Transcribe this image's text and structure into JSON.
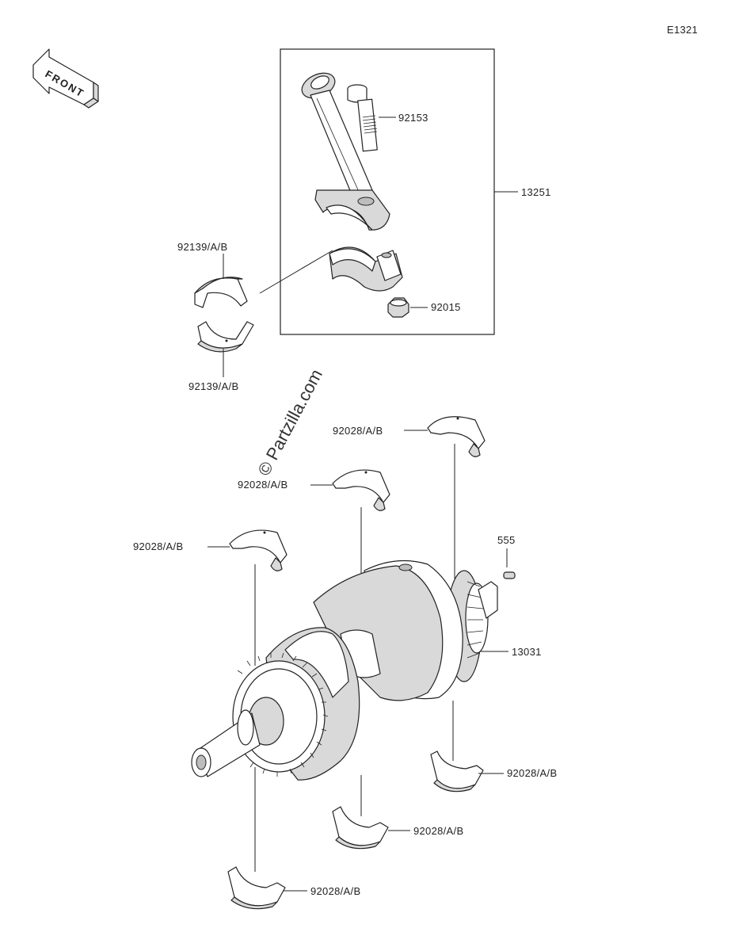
{
  "diagram_code": "E1321",
  "front_badge": "FRONT",
  "watermark": "© Partzilla.com",
  "callouts": {
    "bolt": "92153",
    "conrod_assy": "13251",
    "conrod_bearing_upper": "92139/A/B",
    "conrod_bearing_lower": "92139/A/B",
    "nut": "92015",
    "main_bearing_top_right": "92028/A/B",
    "main_bearing_top_mid": "92028/A/B",
    "main_bearing_top_left": "92028/A/B",
    "pin": "555",
    "crankshaft": "13031",
    "main_bearing_bottom_right": "92028/A/B",
    "main_bearing_bottom_mid": "92028/A/B",
    "main_bearing_bottom_left": "92028/A/B"
  }
}
